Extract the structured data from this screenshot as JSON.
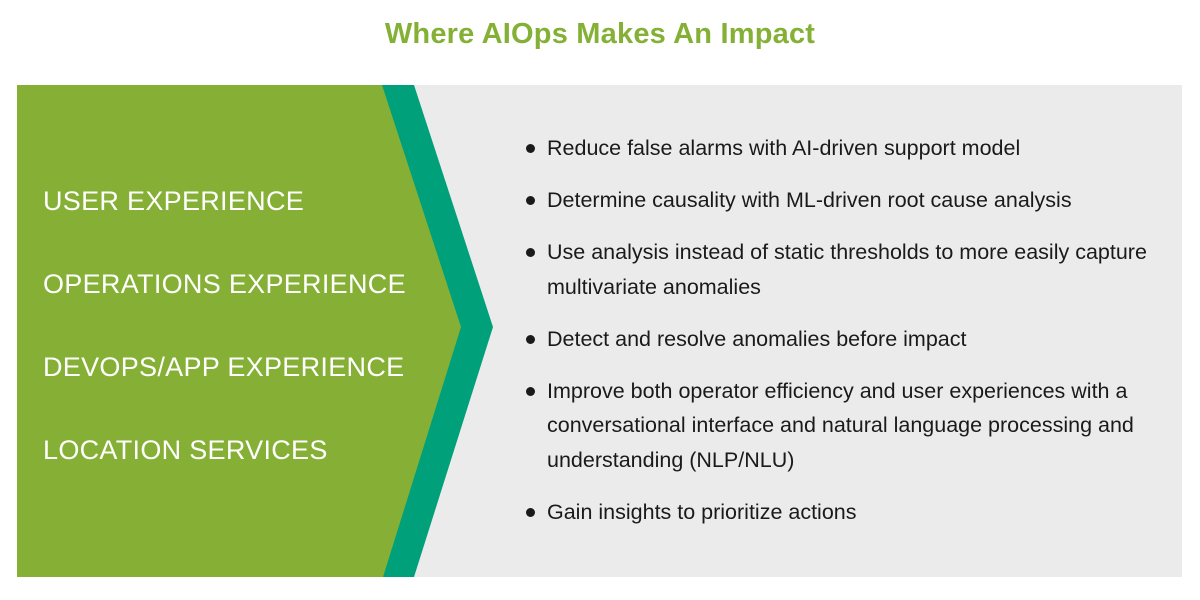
{
  "title": "Where AIOps Makes An Impact",
  "colors": {
    "title": "#84b135",
    "chevron_green": "#85b035",
    "chevron_teal": "#00a07a",
    "panel_gray": "#ebebeb",
    "category_text": "#ffffff",
    "bullet_text": "#1a1a1a"
  },
  "categories": [
    {
      "label": "USER EXPERIENCE"
    },
    {
      "label": "OPERATIONS EXPERIENCE"
    },
    {
      "label": "DEVOPS/APP EXPERIENCE"
    },
    {
      "label": "LOCATION SERVICES"
    }
  ],
  "bullets": [
    {
      "text": "Reduce false alarms with AI-driven support model"
    },
    {
      "text": "Determine causality with ML-driven root cause analysis"
    },
    {
      "text": "Use analysis instead of static thresholds to more easily capture multivariate anomalies"
    },
    {
      "text": "Detect and resolve anomalies before impact"
    },
    {
      "text": "Improve both operator efficiency and user experiences with a conversational interface and natural language processing and understanding (NLP/NLU)"
    },
    {
      "text": "Gain insights to prioritize actions"
    }
  ]
}
